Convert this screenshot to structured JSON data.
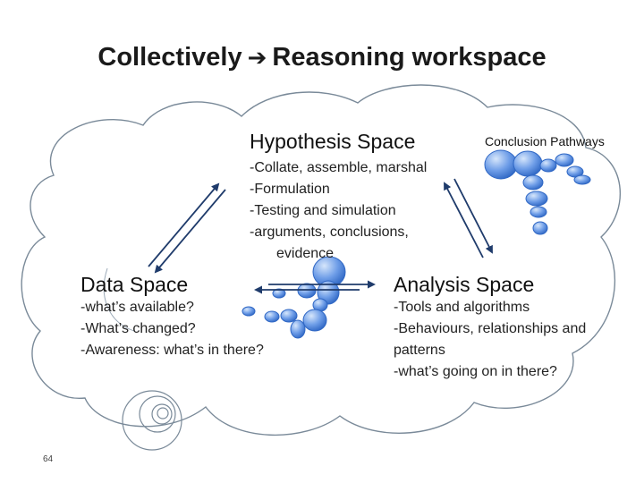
{
  "title": {
    "left": "Collectively",
    "arrow_icon": "right-arrow-icon",
    "right": "Reasoning workspace"
  },
  "hypothesis": {
    "heading": "Hypothesis Space",
    "lines": [
      "-Collate, assemble, marshal",
      "-Formulation",
      "-Testing and simulation",
      "-arguments, conclusions,",
      "evidence"
    ]
  },
  "conclusion": {
    "heading": "Conclusion Pathways"
  },
  "data_space": {
    "heading": "Data Space",
    "lines": [
      "-what’s available?",
      "-What’s changed?",
      "-Awareness: what’s in there?"
    ]
  },
  "analysis_space": {
    "heading": "Analysis Space",
    "lines": [
      "-Tools and algorithms",
      "-Behaviours, relationships and",
      "patterns",
      "-what’s going on in there?"
    ]
  },
  "page_number": "64",
  "colors": {
    "bubble_fill": "#3b78d8",
    "bubble_light": "#a9c8f5",
    "cloud_stroke": "#7a8a99",
    "arrow": "#1f3b6b"
  }
}
